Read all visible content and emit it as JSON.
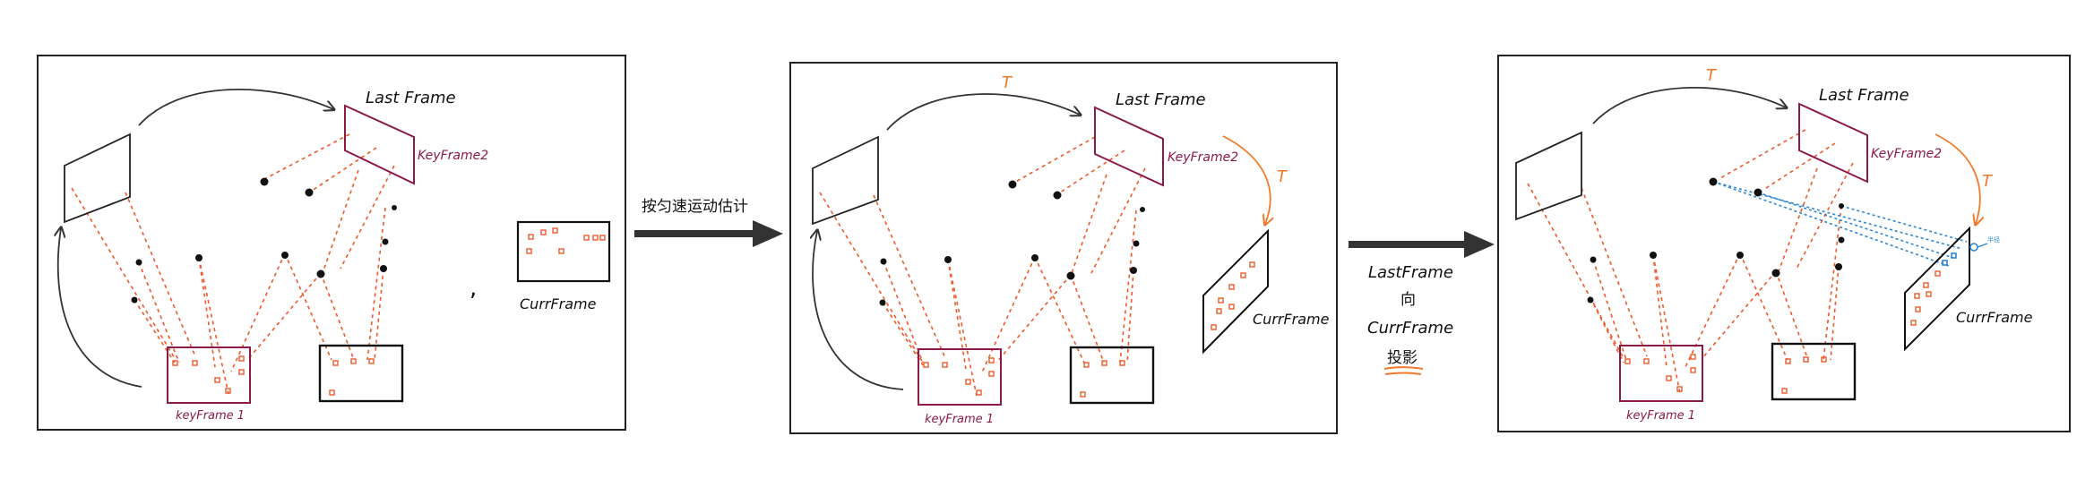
{
  "panel1": {
    "last_frame_label": "Last Frame",
    "keyframe2_label": "KeyFrame2",
    "keyframe1_label": "keyFrame 1",
    "curr_frame_label": "CurrFrame",
    "comma": ","
  },
  "arrow1": {
    "label": "按匀速运动估计"
  },
  "panel2": {
    "t_top_label": "T",
    "t_right_label": "T",
    "last_frame_label": "Last Frame",
    "keyframe2_label": "KeyFrame2",
    "keyframe1_label": "keyFrame 1",
    "curr_frame_label": "CurrFrame"
  },
  "arrow2": {
    "line1": "LastFrame",
    "line2": "向",
    "line3": "CurrFrame",
    "line4": "投影"
  },
  "panel3": {
    "t_top_label": "T",
    "t_right_label": "T",
    "last_frame_label": "Last Frame",
    "keyframe2_label": "KeyFrame2",
    "keyframe1_label": "keyFrame 1",
    "curr_frame_label": "CurrFrame",
    "small_note": "半径"
  },
  "colors": {
    "outline": "#222222",
    "keyframe": "#8b1a4a",
    "dashed": "#ee5a2a",
    "orange": "#f07a2a",
    "blue": "#2e86d4"
  }
}
